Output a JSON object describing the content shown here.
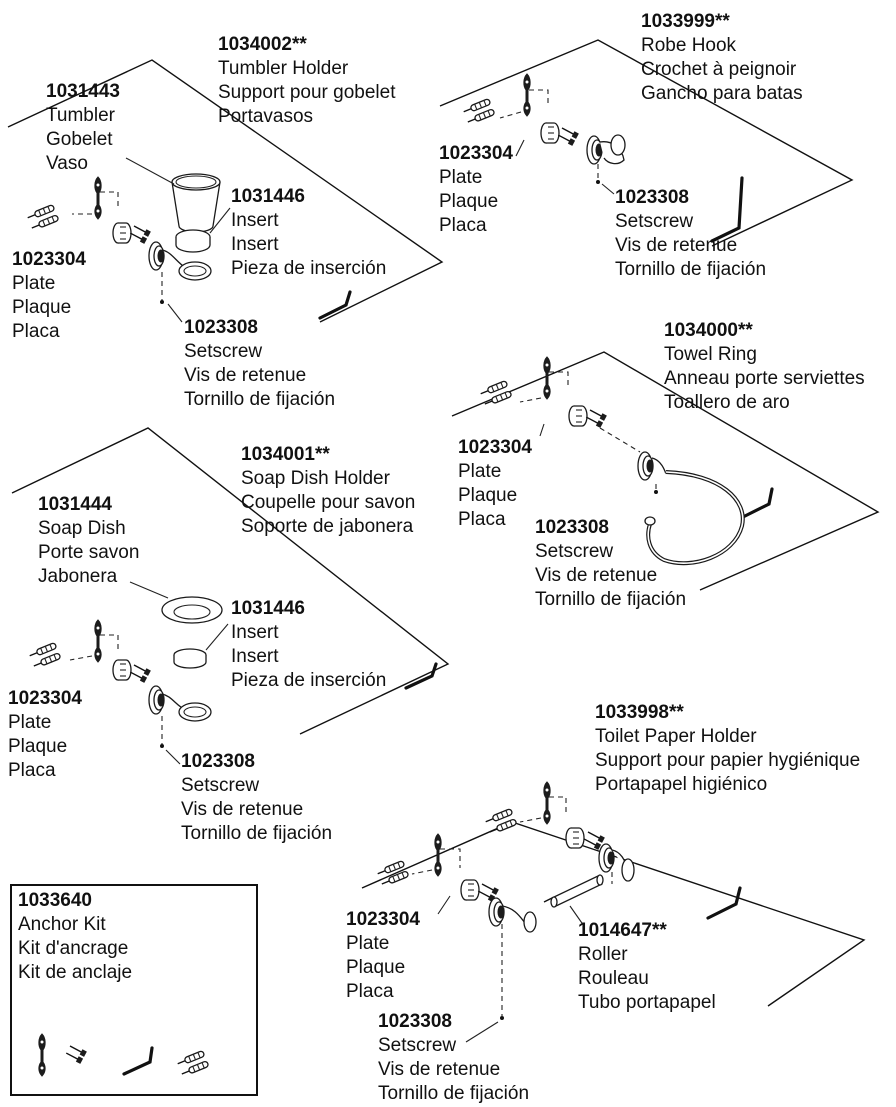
{
  "labels": {
    "tumbler_holder": {
      "part": "1034002**",
      "en": "Tumbler Holder",
      "fr": "Support pour gobelet",
      "es": "Portavasos"
    },
    "tumbler": {
      "part": "1031443",
      "en": "Tumbler",
      "fr": "Gobelet",
      "es": "Vaso"
    },
    "insert_1": {
      "part": "1031446",
      "en": "Insert",
      "fr": "Insert",
      "es": "Pieza de inserción"
    },
    "plate_1": {
      "part": "1023304",
      "en": "Plate",
      "fr": "Plaque",
      "es": "Placa"
    },
    "setscrew_1": {
      "part": "1023308",
      "en": "Setscrew",
      "fr": "Vis de retenue",
      "es": "Tornillo de fijación"
    },
    "robe_hook": {
      "part": "1033999**",
      "en": "Robe Hook",
      "fr": "Crochet à peignoir",
      "es": "Gancho para batas"
    },
    "plate_2": {
      "part": "1023304",
      "en": "Plate",
      "fr": "Plaque",
      "es": "Placa"
    },
    "setscrew_2": {
      "part": "1023308",
      "en": "Setscrew",
      "fr": "Vis de retenue",
      "es": "Tornillo de fijación"
    },
    "towel_ring": {
      "part": "1034000**",
      "en": "Towel Ring",
      "fr": "Anneau porte serviettes",
      "es": "Toallero de aro"
    },
    "plate_3": {
      "part": "1023304",
      "en": "Plate",
      "fr": "Plaque",
      "es": "Placa"
    },
    "setscrew_3": {
      "part": "1023308",
      "en": "Setscrew",
      "fr": "Vis de retenue",
      "es": "Tornillo de fijación"
    },
    "soap_dish_holder": {
      "part": "1034001**",
      "en": "Soap Dish Holder",
      "fr": "Coupelle pour savon",
      "es": "Soporte de jabonera"
    },
    "soap_dish": {
      "part": "1031444",
      "en": "Soap Dish",
      "fr": "Porte savon",
      "es": "Jabonera"
    },
    "insert_2": {
      "part": "1031446",
      "en": "Insert",
      "fr": "Insert",
      "es": "Pieza de inserción"
    },
    "plate_4": {
      "part": "1023304",
      "en": "Plate",
      "fr": "Plaque",
      "es": "Placa"
    },
    "setscrew_4": {
      "part": "1023308",
      "en": "Setscrew",
      "fr": "Vis de retenue",
      "es": "Tornillo de fijación"
    },
    "toilet_paper_holder": {
      "part": "1033998**",
      "en": "Toilet Paper Holder",
      "fr": "Support pour papier hygiénique",
      "es": "Portapapel higiénico"
    },
    "plate_5": {
      "part": "1023304",
      "en": "Plate",
      "fr": "Plaque",
      "es": "Placa"
    },
    "roller": {
      "part": "1014647**",
      "en": "Roller",
      "fr": "Rouleau",
      "es": "Tubo portapapel"
    },
    "setscrew_5": {
      "part": "1023308",
      "en": "Setscrew",
      "fr": "Vis de retenue",
      "es": "Tornillo de fijación"
    },
    "anchor_kit": {
      "part": "1033640",
      "en": "Anchor Kit",
      "fr": "Kit d'ancrage",
      "es": "Kit de anclaje"
    }
  }
}
